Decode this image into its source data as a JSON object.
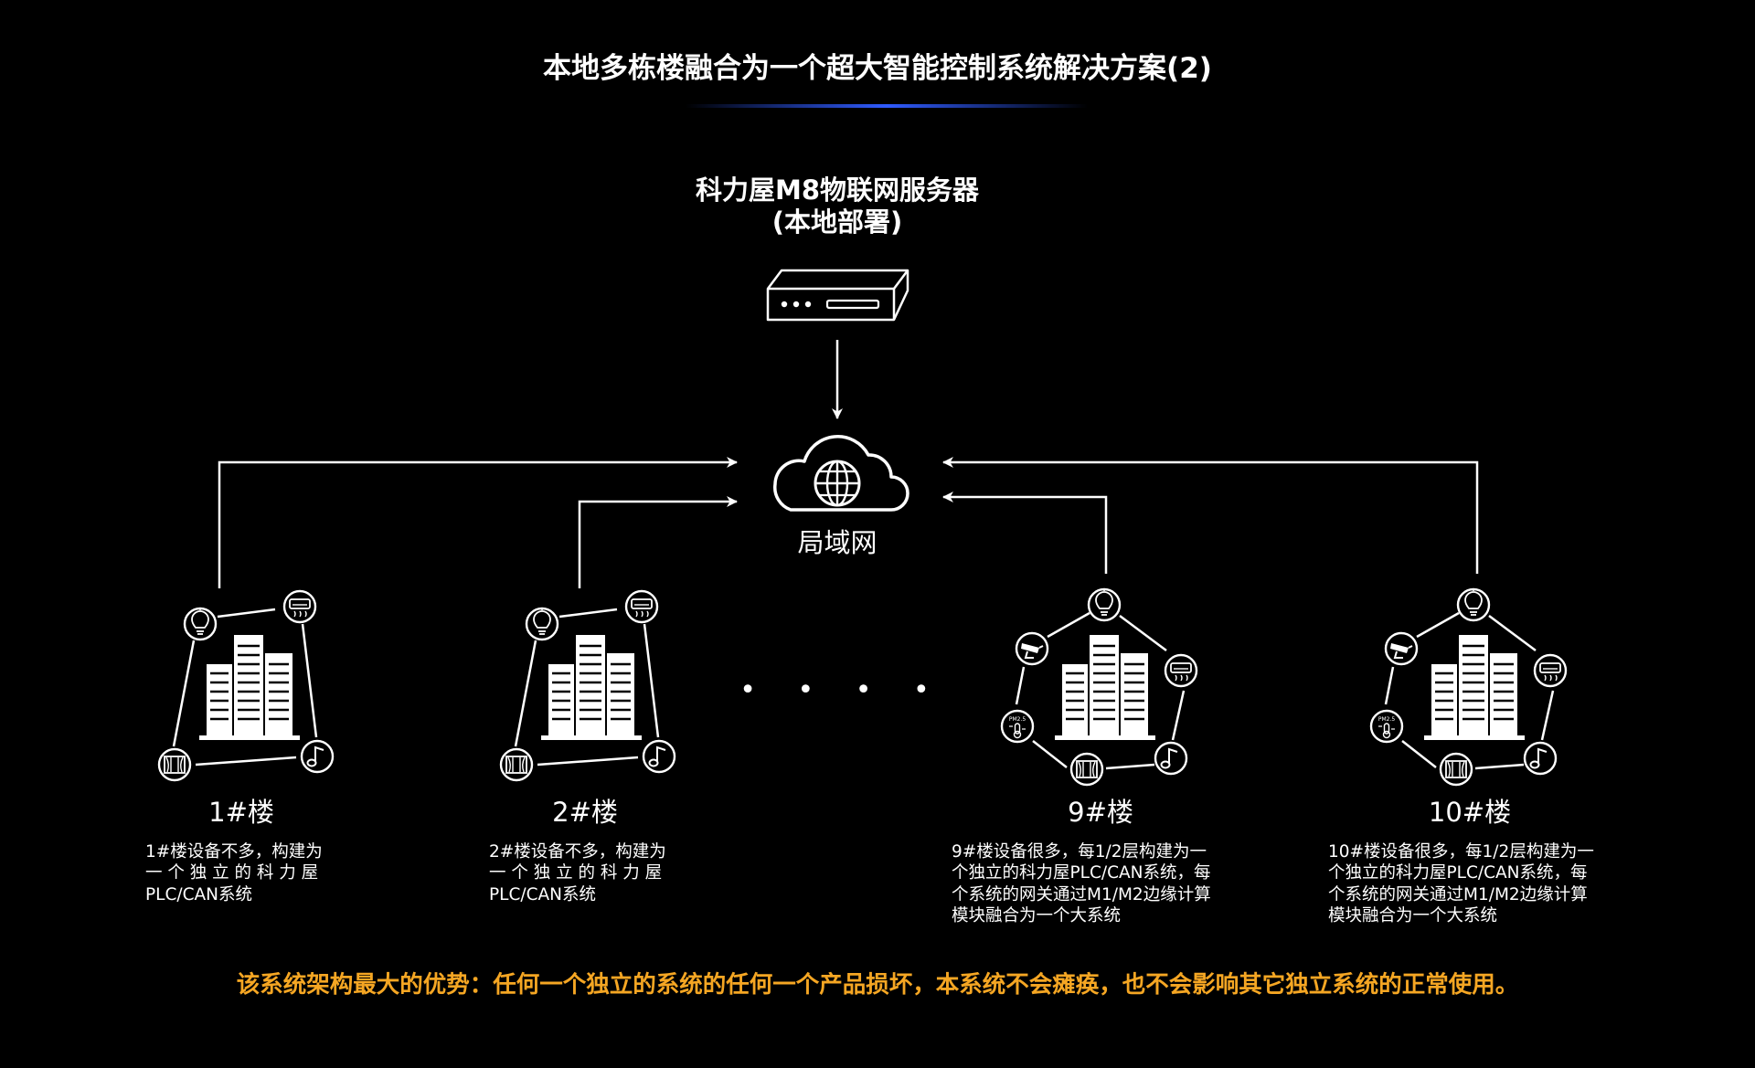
{
  "title": "本地多栋楼融合为一个超大智能控制系统解决方案(2)",
  "server": {
    "label_line1": "科力屋M8物联网服务器",
    "label_line2": "(本地部署)",
    "icon": "server-icon"
  },
  "lan": {
    "label": "局域网",
    "icon": "cloud-globe-icon"
  },
  "ellipsis": "• • • •",
  "buildings": [
    {
      "name": "1#楼",
      "desc": [
        "1#楼设备不多，构建为",
        "一 个 独 立 的 科 力 屋",
        "PLC/CAN系统"
      ],
      "icons": [
        "light-bulb-icon",
        "air-conditioner-icon",
        "music-note-icon",
        "curtain-icon"
      ]
    },
    {
      "name": "2#楼",
      "desc": [
        "2#楼设备不多，构建为",
        "一 个 独 立 的 科 力 屋",
        "PLC/CAN系统"
      ],
      "icons": [
        "light-bulb-icon",
        "air-conditioner-icon",
        "music-note-icon",
        "curtain-icon"
      ]
    },
    {
      "name": "9#楼",
      "desc": [
        "9#楼设备很多，每1/2层构建为一",
        "个独立的科力屋PLC/CAN系统，每",
        "个系统的网关通过M1/M2边缘计算",
        "模块融合为一个大系统"
      ],
      "icons": [
        "light-bulb-icon",
        "air-conditioner-icon",
        "music-note-icon",
        "curtain-icon",
        "sensor-icon",
        "camera-icon"
      ]
    },
    {
      "name": "10#楼",
      "desc": [
        "10#楼设备很多，每1/2层构建为一",
        "个独立的科力屋PLC/CAN系统，每",
        "个系统的网关通过M1/M2边缘计算",
        "模块融合为一个大系统"
      ],
      "icons": [
        "light-bulb-icon",
        "air-conditioner-icon",
        "music-note-icon",
        "curtain-icon",
        "sensor-icon",
        "camera-icon"
      ]
    }
  ],
  "footer": "该系统架构最大的优势：任何一个独立的系统的任何一个产品损坏，本系统不会瘫痪，也不会影响其它独立系统的正常使用。",
  "colors": {
    "background": "#000000",
    "text": "#ffffff",
    "footer": "#f5a623",
    "title_underline": "#2f5bff"
  }
}
